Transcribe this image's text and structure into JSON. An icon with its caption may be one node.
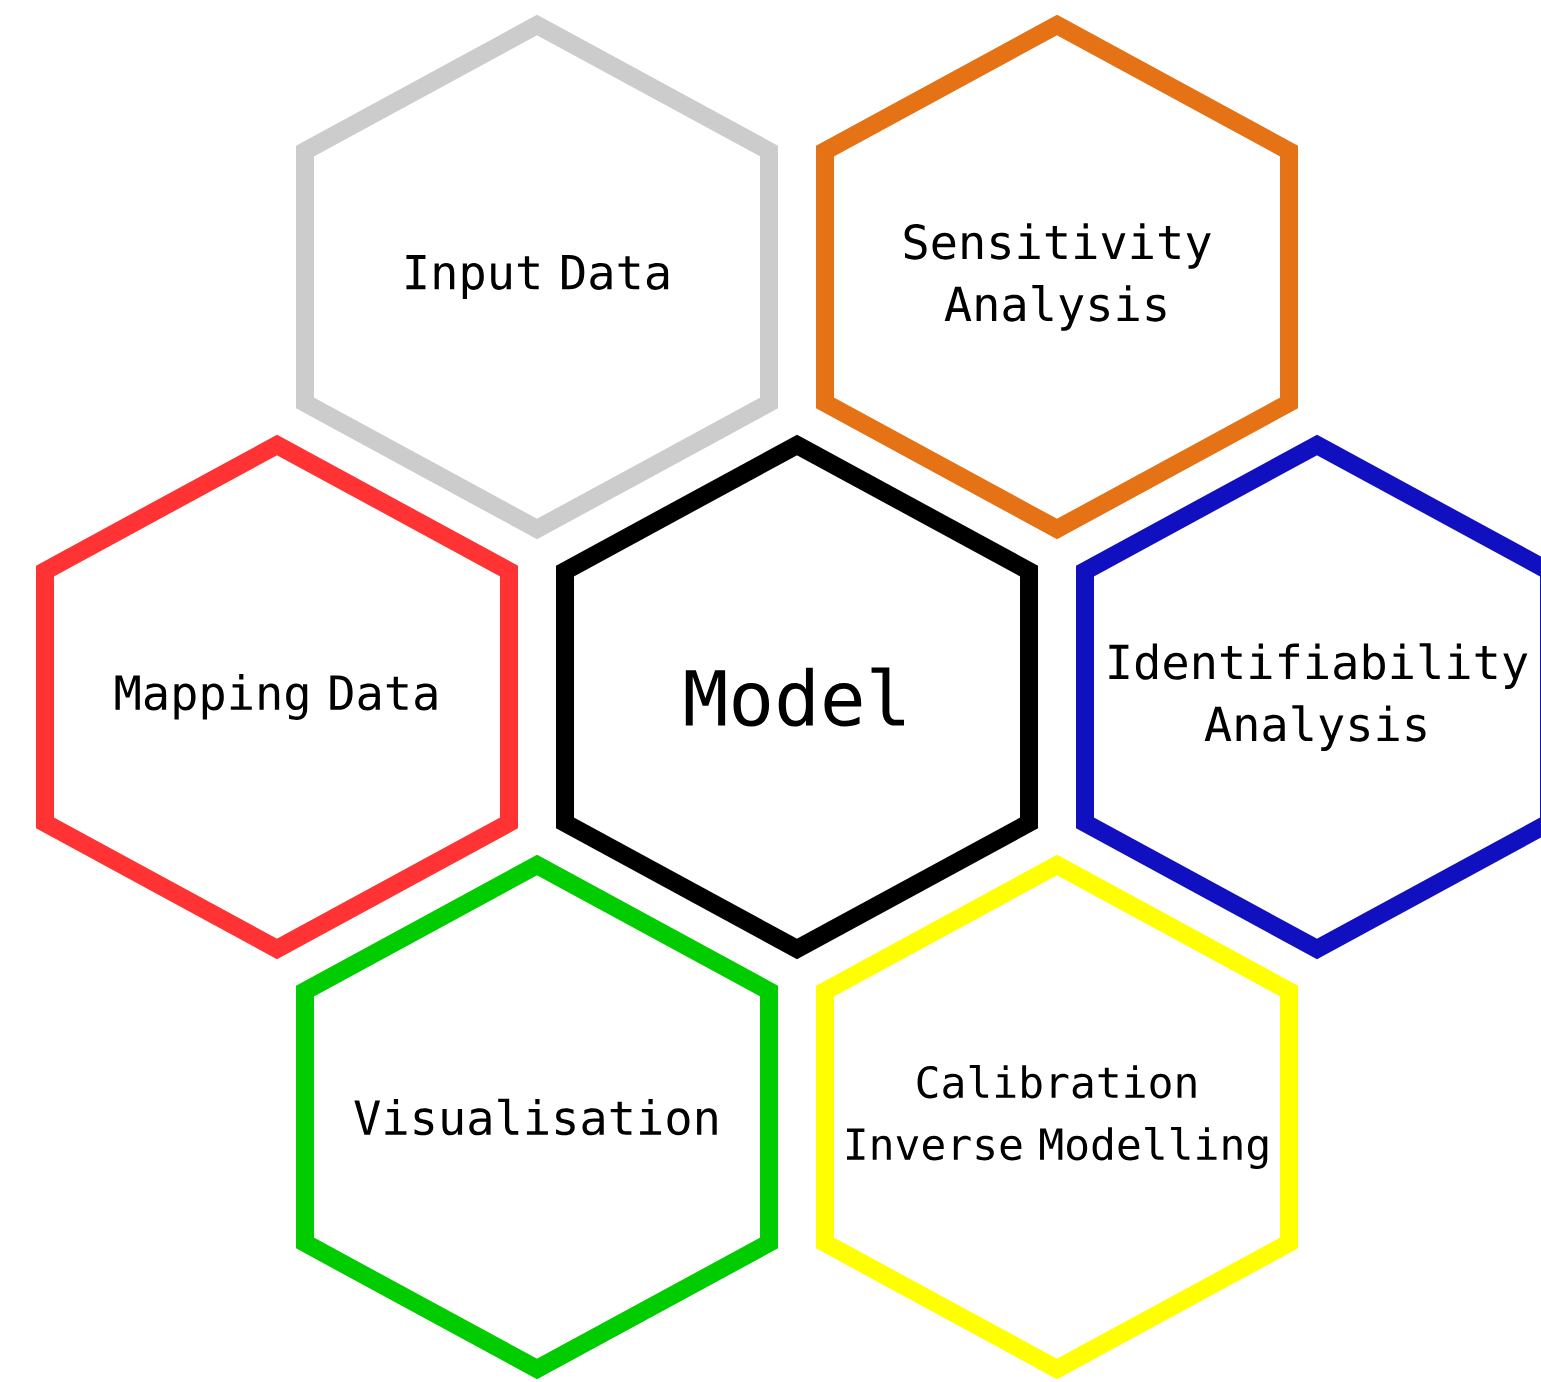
{
  "diagram": {
    "nodes": [
      {
        "text": [
          "Input Data"
        ]
      },
      {
        "text": [
          "Sensitivity Analysis"
        ]
      },
      {
        "text": [
          "Mapping Data"
        ]
      },
      {
        "text": [
          "Model"
        ]
      },
      {
        "text": [
          "Identifiability Analysis"
        ]
      },
      {
        "text": [
          "Visualisation"
        ]
      },
      {
        "text": [
          "Calibration Inverse Modelling"
        ]
      }
    ]
  }
}
